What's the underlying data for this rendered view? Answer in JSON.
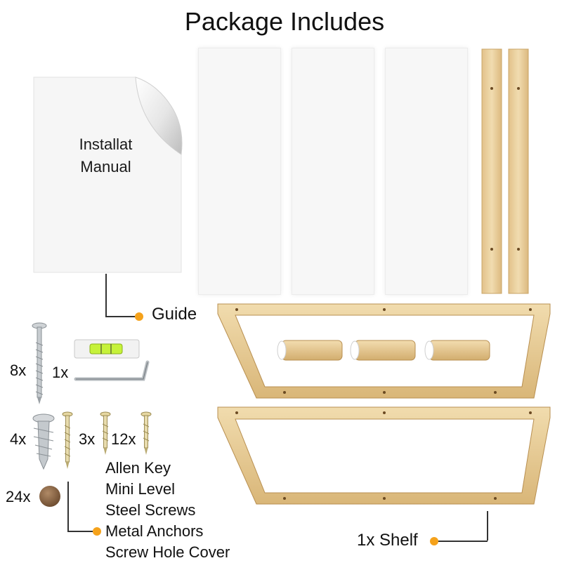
{
  "title": "Package Includes",
  "manual": {
    "line1": "Installat",
    "line2": "Manual"
  },
  "guide_label": "Guide",
  "shelf_label": "1x Shelf",
  "quantities": {
    "steel_screws_long": "8x",
    "mini_level": "1x",
    "metal_anchors": "4x",
    "screw_3x": "3x",
    "screw_12x": "12x",
    "screw_hole_cover": "24x"
  },
  "hardware_list": [
    "Allen Key",
    "Mini Level",
    "Steel Screws",
    "Metal Anchors",
    "Screw Hole Cover"
  ],
  "colors": {
    "accent_dot": "#f5a21b",
    "wood": "#e9cf9c",
    "panel": "#f7f7f7"
  }
}
